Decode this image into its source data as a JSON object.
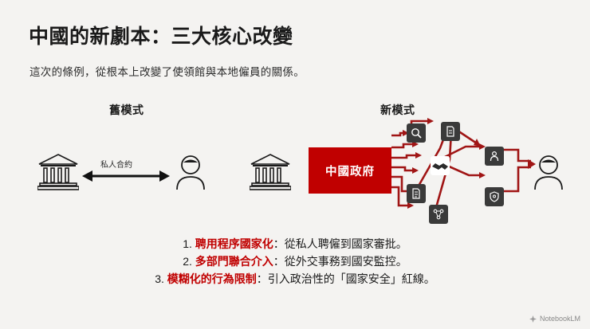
{
  "slide": {
    "title": "中國的新劇本：三大核心改變",
    "subtitle": "這次的條例，從根本上改變了使領館與本地僱員的關係。"
  },
  "diagram": {
    "old_model": {
      "label": "舊模式",
      "link_label": "私人合約",
      "left_node": "embassy-building-icon",
      "right_node": "person-icon"
    },
    "new_model": {
      "label": "新模式",
      "source_node": "embassy-building-icon",
      "center_label": "中國政府",
      "center_color": "#c00000",
      "target_node": "person-icon",
      "nodes": [
        {
          "id": "n1",
          "icon": "magnifier-icon"
        },
        {
          "id": "n2",
          "icon": "document-icon"
        },
        {
          "id": "n3",
          "icon": "document-lines-icon"
        },
        {
          "id": "n4",
          "icon": "network-share-icon"
        },
        {
          "id": "n5",
          "icon": "person-badge-icon"
        },
        {
          "id": "n6",
          "icon": "shield-icon"
        }
      ],
      "handshake_node": {
        "icon": "handshake-icon"
      },
      "arrow_color": "#a01515"
    }
  },
  "bullets": [
    {
      "num": "1.",
      "key": "聘用程序國家化",
      "rest": "：從私人聘僱到國家審批。"
    },
    {
      "num": "2.",
      "key": "多部門聯合介入",
      "rest": "：從外交事務到國安監控。"
    },
    {
      "num": "3.",
      "key": "模糊化的行為限制",
      "rest": "：引入政治性的「國家安全」紅線。"
    }
  ],
  "footer": {
    "brand": "NotebookLM"
  }
}
